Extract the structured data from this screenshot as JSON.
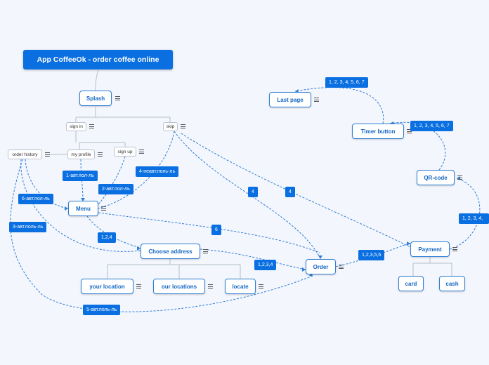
{
  "root": {
    "label": "App CoffeeOk - order coffee online"
  },
  "nodes": {
    "splash": "Splash",
    "sign_in": "sign in",
    "skip": "skip",
    "my_profile": "my profile",
    "sign_up": "sign up",
    "order_history": "order history",
    "menu": "Menu",
    "choose_address": "Choose address",
    "your_location": "your location",
    "our_locations": "our locations",
    "locate": "locate",
    "order": "Order",
    "payment": "Payment",
    "card": "card",
    "cash": "cash",
    "qr_code": "QR-code",
    "timer_button": "Timer button",
    "last_page": "Last page"
  },
  "labels": {
    "auth_user_1": "1-авт.пол-ль",
    "auth_user_2": "2-авт.пол-ль",
    "unauth_user_4": "4-неавт.поль-ль",
    "auth_user_6": "6-авт.пол-ль",
    "auth_user_3": "3-авт.поль-ль",
    "auth_user_5": "5-авт.поль-ль",
    "steps_124": "1,2,4",
    "steps_1234": "1,2,3,4",
    "steps_12356": "1,2,3,5,6",
    "num_6": "6",
    "num_4a": "4",
    "num_4b": "4",
    "all_steps_a": "1, 2, 3, 4, 5, 6, 7",
    "all_steps_b": "1, 2, 3, 4, 5, 6, 7",
    "all_steps_c": "1, 2, 3, 4,"
  },
  "colors": {
    "accent": "#0a6fe0",
    "node_border": "#2f7fd6",
    "background": "#f3f6fd"
  },
  "icons": {
    "menu": "hamburger-menu-icon"
  }
}
